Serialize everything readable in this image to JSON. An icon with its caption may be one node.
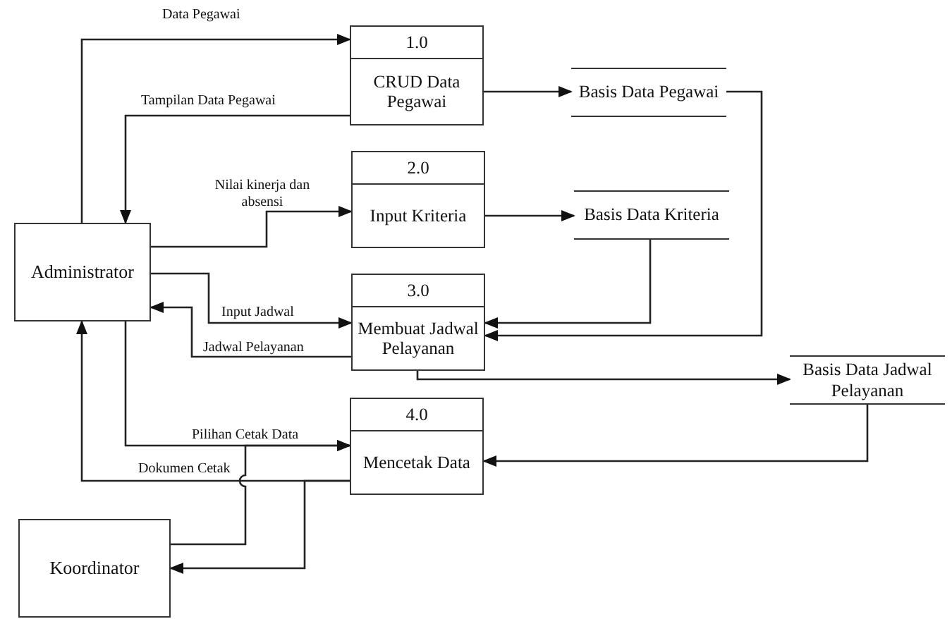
{
  "diagram": {
    "nodes": [
      {
        "text": [
          "Administrator"
        ]
      },
      {
        "text": [
          "1.0",
          "CRUD Data Pegawai"
        ]
      },
      {
        "text": [
          "2.0",
          "Input Kriteria"
        ]
      },
      {
        "text": [
          "3.0",
          "Membuat Jadwal Pelayanan"
        ]
      },
      {
        "text": [
          "4.0",
          "Mencetak Data"
        ]
      },
      {
        "text": [
          "Basis Data Pegawai"
        ]
      },
      {
        "text": [
          "Basis Data Kriteria"
        ]
      },
      {
        "text": [
          "Basis Data Jadwal Pelayanan"
        ]
      },
      {
        "text": [
          "Koordinator"
        ]
      }
    ],
    "edges": [
      {
        "from": 0,
        "to": 1,
        "arrow": "to",
        "label": "Data Pegawai"
      },
      {
        "from": 1,
        "to": 0,
        "arrow": "to",
        "label": "Tampilan Data Pegawai"
      },
      {
        "from": 0,
        "to": 2,
        "arrow": "to",
        "label": "Nilai kinerja dan absensi"
      },
      {
        "from": 1,
        "to": 5,
        "arrow": "to"
      },
      {
        "from": 2,
        "to": 6,
        "arrow": "to"
      },
      {
        "from": 5,
        "to": 3,
        "arrow": "to"
      },
      {
        "from": 6,
        "to": 3,
        "arrow": "to"
      },
      {
        "from": 0,
        "to": 3,
        "arrow": "to",
        "label": "Input Jadwal"
      },
      {
        "from": 3,
        "to": 0,
        "arrow": "to",
        "label": "Jadwal Pelayanan"
      },
      {
        "from": 3,
        "to": 7,
        "arrow": "to"
      },
      {
        "from": 7,
        "to": 4,
        "arrow": "to"
      },
      {
        "from": 0,
        "to": 4,
        "arrow": "to",
        "label": "Pilihan Cetak Data"
      },
      {
        "from": 4,
        "to": 0,
        "arrow": "to",
        "label": "Dokumen Cetak"
      },
      {
        "from": 8,
        "to": 4,
        "arrow": "to"
      },
      {
        "from": 4,
        "to": 8,
        "arrow": "to"
      }
    ]
  }
}
